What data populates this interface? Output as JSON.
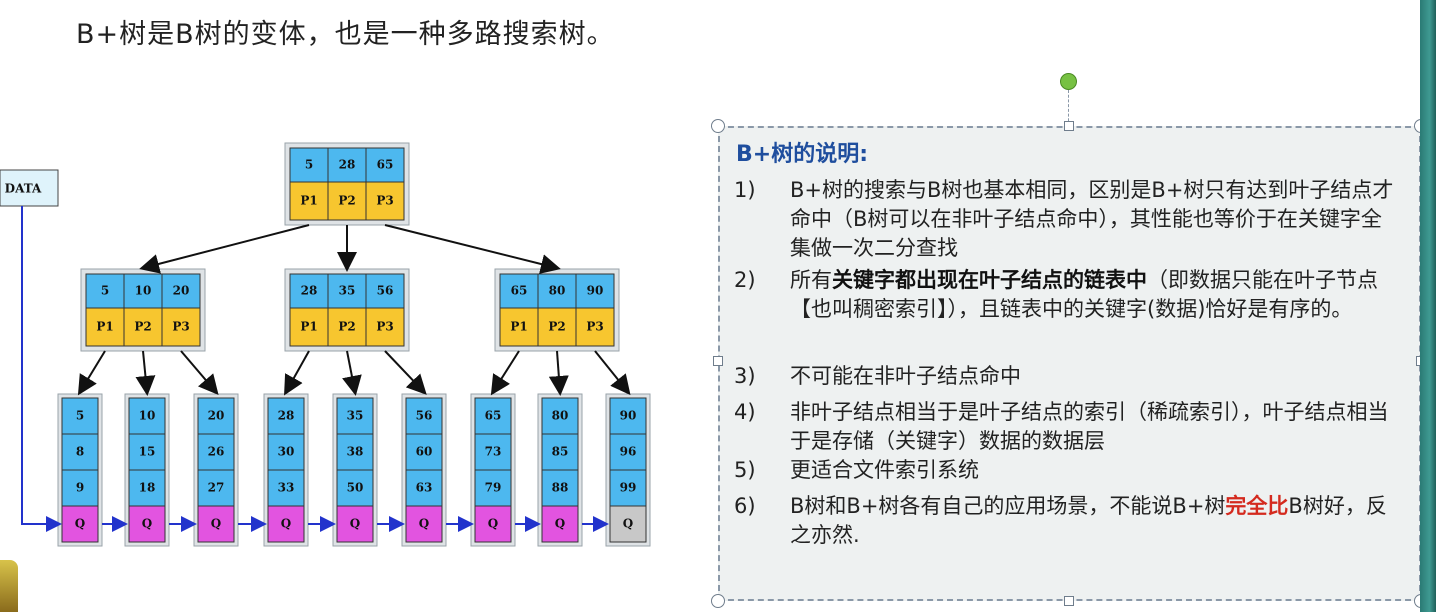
{
  "intro": {
    "text": "B+树是B树的变体，也是一种多路搜索树。"
  },
  "diagram": {
    "data_label": "DATA",
    "root": {
      "keys": [
        "5",
        "28",
        "65"
      ],
      "ptrs": [
        "P1",
        "P2",
        "P3"
      ]
    },
    "internal": [
      {
        "keys": [
          "5",
          "10",
          "20"
        ],
        "ptrs": [
          "P1",
          "P2",
          "P3"
        ]
      },
      {
        "keys": [
          "28",
          "35",
          "56"
        ],
        "ptrs": [
          "P1",
          "P2",
          "P3"
        ]
      },
      {
        "keys": [
          "65",
          "80",
          "90"
        ],
        "ptrs": [
          "P1",
          "P2",
          "P3"
        ]
      }
    ],
    "leaves": [
      {
        "keys": [
          "5",
          "8",
          "9"
        ],
        "q": "Q"
      },
      {
        "keys": [
          "10",
          "15",
          "18"
        ],
        "q": "Q"
      },
      {
        "keys": [
          "20",
          "26",
          "27"
        ],
        "q": "Q"
      },
      {
        "keys": [
          "28",
          "30",
          "33"
        ],
        "q": "Q"
      },
      {
        "keys": [
          "35",
          "38",
          "50"
        ],
        "q": "Q"
      },
      {
        "keys": [
          "56",
          "60",
          "63"
        ],
        "q": "Q"
      },
      {
        "keys": [
          "65",
          "73",
          "79"
        ],
        "q": "Q"
      },
      {
        "keys": [
          "80",
          "85",
          "88"
        ],
        "q": "Q"
      },
      {
        "keys": [
          "90",
          "96",
          "99"
        ],
        "q": "Q"
      }
    ],
    "colors": {
      "key_fill": "#4db8ef",
      "ptr_fill": "#f7c62f",
      "q_fill": "#e254e0",
      "q_last_fill": "#c8c8c8",
      "node_frame": "#dfe3e6",
      "arrow": "#111111",
      "link": "#2233cc"
    }
  },
  "textbox": {
    "title": "B+树的说明:",
    "items": [
      {
        "num": "1)",
        "parts": [
          {
            "t": "B+树的搜索与B树也基本相同，区别是B+树只有达到叶子结点才命中（B树可以在非叶子结点命中），其性能也等价于在关键字全集做一次二分查找",
            "s": ""
          }
        ]
      },
      {
        "num": "2)",
        "parts": [
          {
            "t": "所有",
            "s": ""
          },
          {
            "t": "关键字都出现在叶子结点的链表中",
            "s": "bold"
          },
          {
            "t": "（即数据只能在叶子节点【也叫稠密索引】），且链表中的关键字(数据)恰好是有序的。",
            "s": ""
          }
        ]
      },
      {
        "num": "3)",
        "parts": [
          {
            "t": "不可能在非叶子结点命中",
            "s": ""
          }
        ]
      },
      {
        "num": "4)",
        "parts": [
          {
            "t": "非叶子结点相当于是叶子结点的索引（稀疏索引），叶子结点相当于是存储（关键字）数据的数据层",
            "s": ""
          }
        ]
      },
      {
        "num": "5)",
        "parts": [
          {
            "t": "更适合文件索引系统",
            "s": ""
          }
        ]
      },
      {
        "num": "6)",
        "parts": [
          {
            "t": "B树和B+树各有自己的应用场景，不能说B+树",
            "s": ""
          },
          {
            "t": "完全比",
            "s": "red"
          },
          {
            "t": "B树好，反之亦然.",
            "s": ""
          }
        ]
      }
    ]
  }
}
